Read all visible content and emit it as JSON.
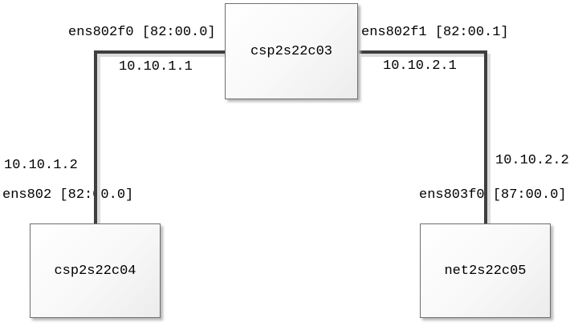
{
  "diagram": {
    "type": "network-topology",
    "nodes": [
      {
        "id": "top",
        "label": "csp2s22c03"
      },
      {
        "id": "left",
        "label": "csp2s22c04"
      },
      {
        "id": "right",
        "label": "net2s22c05"
      }
    ],
    "links": [
      {
        "from": "csp2s22c03",
        "to": "csp2s22c04",
        "from_interface": "ens802f0 [82:00.0]",
        "from_ip": "10.10.1.1",
        "to_ip": "10.10.1.2",
        "to_interface": "ens802 [82:00.0]"
      },
      {
        "from": "csp2s22c03",
        "to": "net2s22c05",
        "from_interface": "ens802f1 [82:00.1]",
        "from_ip": "10.10.2.1",
        "to_ip": "10.10.2.2",
        "to_interface": "ens803f0 [87:00.0]"
      }
    ],
    "colors": {
      "background": "#ffffff",
      "line": "#3f3f3f",
      "line_shadow": "#dcdcdc",
      "box_border": "#6e6e6e",
      "box_fill_start": "#ffffff",
      "box_fill_end": "#ececec",
      "box_shadow": "#b8b8b8",
      "text": "#000000"
    }
  }
}
